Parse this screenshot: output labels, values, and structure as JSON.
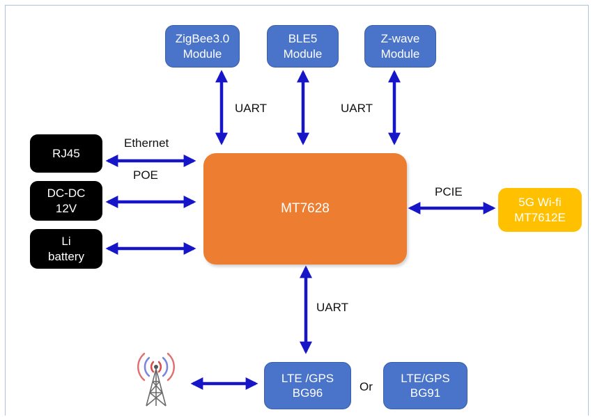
{
  "modules_top": [
    {
      "label": "ZigBee3.0\nModule"
    },
    {
      "label": "BLE5\nModule"
    },
    {
      "label": "Z-wave\nModule"
    }
  ],
  "left_blocks": [
    {
      "label": "RJ45"
    },
    {
      "label": "DC-DC\n12V"
    },
    {
      "label": "Li\nbattery"
    }
  ],
  "cpu": {
    "label": "MT7628"
  },
  "wifi": {
    "label": "5G Wi-fi\nMT7612E"
  },
  "lte": [
    {
      "label": "LTE /GPS\nBG96"
    },
    {
      "label": "LTE/GPS\nBG91"
    }
  ],
  "labels": {
    "uart_left": "UART",
    "uart_right": "UART",
    "uart_bottom": "UART",
    "ethernet": "Ethernet",
    "poe": "POE",
    "pcie": "PCIE",
    "or": "Or"
  },
  "icons": {
    "antenna": "cell-tower-icon"
  },
  "colors": {
    "module": "#4a74c9",
    "cpu": "#ec7d31",
    "wifi": "#ffc000",
    "power": "#000000",
    "arrow": "#1616c8"
  }
}
